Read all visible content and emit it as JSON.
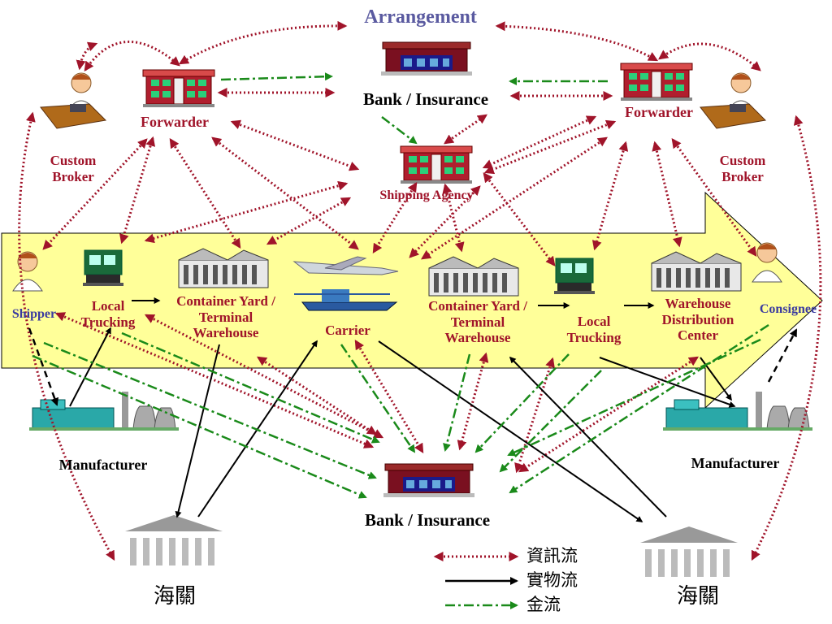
{
  "title": "Arrangement",
  "nodes": {
    "bank_top": "Bank / Insurance",
    "bank_bottom": "Bank / Insurance",
    "forwarder_left": "Forwarder",
    "forwarder_right": "Forwarder",
    "shipping_agency": "Shipping Agency",
    "custom_broker_left": [
      "Custom",
      "Broker"
    ],
    "custom_broker_right": [
      "Custom",
      "Broker"
    ],
    "shipper": "Shipper",
    "consignee": "Consignee",
    "local_trucking_left": [
      "Local",
      "Trucking"
    ],
    "local_trucking_right": [
      "Local",
      "Trucking"
    ],
    "container_yard_left": [
      "Container Yard /",
      "Terminal",
      "Warehouse"
    ],
    "container_yard_right": [
      "Container Yard /",
      "Terminal",
      "Warehouse"
    ],
    "carrier": "Carrier",
    "warehouse_dc": [
      "Warehouse",
      "Distribution",
      "Center"
    ],
    "manufacturer_left": "Manufacturer",
    "manufacturer_right": "Manufacturer",
    "customs_left": "海關",
    "customs_right": "海關"
  },
  "legend": {
    "info_flow": "資訊流",
    "physical_flow": "實物流",
    "money_flow": "金流"
  },
  "colors": {
    "info": "#a0142a",
    "physical": "#000000",
    "money": "#1a8a1a",
    "band": "#ffff99",
    "title": "#5a5aa0"
  }
}
